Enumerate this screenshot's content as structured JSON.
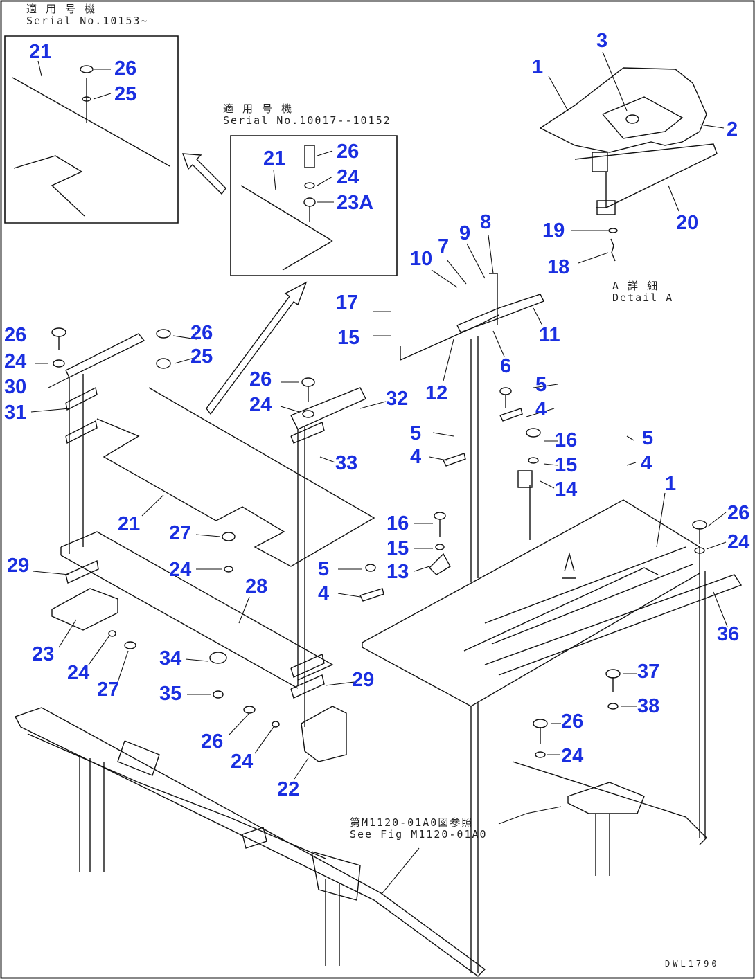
{
  "inset_left": {
    "caption_jp": "適 用 号 機",
    "caption_en": "Serial No.10153~"
  },
  "inset_mid": {
    "caption_jp": "適 用 号 機",
    "caption_en": "Serial No.10017--10152"
  },
  "detail_a": {
    "caption_jp": "A 詳 細",
    "caption_en": "Detail A"
  },
  "see_fig": {
    "caption_jp": "第M1120-01A0図参照",
    "caption_en": "See Fig M1120-01A0"
  },
  "view_mark": "A",
  "drawing_no": "DWL1790",
  "callouts": [
    {
      "t": "21"
    },
    {
      "t": "26"
    },
    {
      "t": "25"
    },
    {
      "t": "21"
    },
    {
      "t": "26"
    },
    {
      "t": "24"
    },
    {
      "t": "23A"
    },
    {
      "t": "3"
    },
    {
      "t": "1"
    },
    {
      "t": "2"
    },
    {
      "t": "20"
    },
    {
      "t": "19"
    },
    {
      "t": "18"
    },
    {
      "t": "8"
    },
    {
      "t": "9"
    },
    {
      "t": "7"
    },
    {
      "t": "10"
    },
    {
      "t": "17"
    },
    {
      "t": "15"
    },
    {
      "t": "11"
    },
    {
      "t": "6"
    },
    {
      "t": "12"
    },
    {
      "t": "26"
    },
    {
      "t": "24"
    },
    {
      "t": "30"
    },
    {
      "t": "31"
    },
    {
      "t": "26"
    },
    {
      "t": "25"
    },
    {
      "t": "26"
    },
    {
      "t": "24"
    },
    {
      "t": "32"
    },
    {
      "t": "33"
    },
    {
      "t": "5"
    },
    {
      "t": "4"
    },
    {
      "t": "5"
    },
    {
      "t": "4"
    },
    {
      "t": "16"
    },
    {
      "t": "15"
    },
    {
      "t": "14"
    },
    {
      "t": "5"
    },
    {
      "t": "4"
    },
    {
      "t": "21"
    },
    {
      "t": "27"
    },
    {
      "t": "24"
    },
    {
      "t": "29"
    },
    {
      "t": "28"
    },
    {
      "t": "16"
    },
    {
      "t": "15"
    },
    {
      "t": "13"
    },
    {
      "t": "5"
    },
    {
      "t": "4"
    },
    {
      "t": "1"
    },
    {
      "t": "26"
    },
    {
      "t": "24"
    },
    {
      "t": "36"
    },
    {
      "t": "23"
    },
    {
      "t": "24"
    },
    {
      "t": "27"
    },
    {
      "t": "34"
    },
    {
      "t": "35"
    },
    {
      "t": "29"
    },
    {
      "t": "37"
    },
    {
      "t": "38"
    },
    {
      "t": "26"
    },
    {
      "t": "24"
    },
    {
      "t": "26"
    },
    {
      "t": "24"
    },
    {
      "t": "22"
    }
  ]
}
